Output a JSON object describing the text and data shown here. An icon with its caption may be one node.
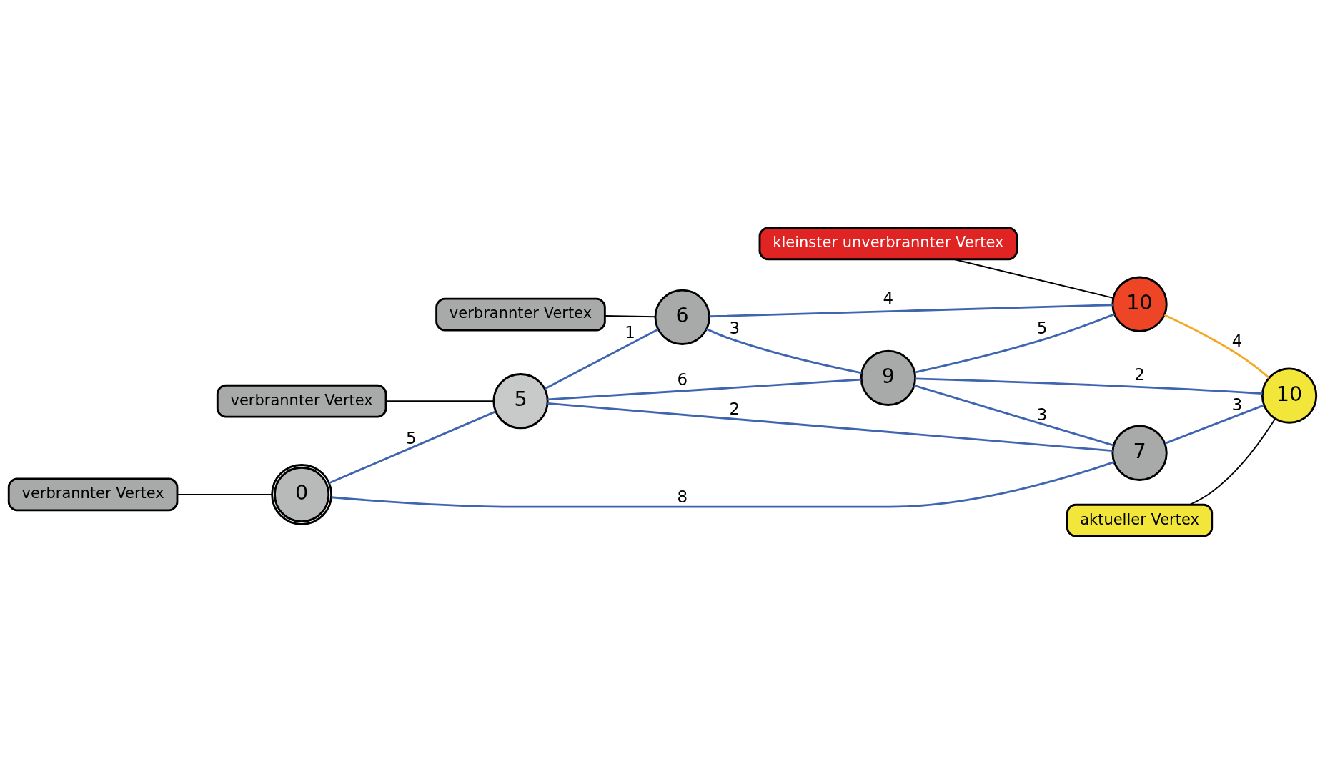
{
  "diagram": {
    "nodes": [
      {
        "text": [
          "kleinster unverbrannter Vertex"
        ]
      },
      {
        "text": [
          "verbrannter Vertex"
        ]
      },
      {
        "text": [
          "6"
        ]
      },
      {
        "text": [
          "10"
        ]
      },
      {
        "text": [
          "verbrannter Vertex"
        ]
      },
      {
        "text": [
          "5"
        ]
      },
      {
        "text": [
          "9"
        ]
      },
      {
        "text": [
          "verbrannter Vertex"
        ]
      },
      {
        "text": [
          "0"
        ]
      },
      {
        "text": [
          "7"
        ]
      },
      {
        "text": [
          "10"
        ]
      },
      {
        "text": [
          "aktueller Vertex"
        ]
      }
    ],
    "edges": [
      {
        "from": 2,
        "to": 3,
        "arrow": "none",
        "label": "4"
      },
      {
        "from": 5,
        "to": 2,
        "arrow": "none",
        "label": "1"
      },
      {
        "from": 2,
        "to": 6,
        "arrow": "none",
        "label": "3"
      },
      {
        "from": 6,
        "to": 3,
        "arrow": "none",
        "label": "5"
      },
      {
        "from": 5,
        "to": 6,
        "arrow": "none",
        "label": "6"
      },
      {
        "from": 3,
        "to": 10,
        "arrow": "none",
        "label": "4",
        "color": "#f5a623"
      },
      {
        "from": 8,
        "to": 5,
        "arrow": "none",
        "label": "5"
      },
      {
        "from": 5,
        "to": 9,
        "arrow": "none",
        "label": "2"
      },
      {
        "from": 6,
        "to": 9,
        "arrow": "none",
        "label": "3"
      },
      {
        "from": 6,
        "to": 10,
        "arrow": "none",
        "label": "2"
      },
      {
        "from": 8,
        "to": 9,
        "arrow": "none",
        "label": "8"
      },
      {
        "from": 9,
        "to": 10,
        "arrow": "none",
        "label": "3"
      },
      {
        "from": 1,
        "to": 2,
        "arrow": "none",
        "color": "#000000"
      },
      {
        "from": 4,
        "to": 5,
        "arrow": "none",
        "color": "#000000"
      },
      {
        "from": 7,
        "to": 8,
        "arrow": "none",
        "color": "#000000"
      },
      {
        "from": 0,
        "to": 3,
        "arrow": "none",
        "color": "#000000"
      },
      {
        "from": 11,
        "to": 10,
        "arrow": "none",
        "color": "#000000"
      }
    ]
  }
}
